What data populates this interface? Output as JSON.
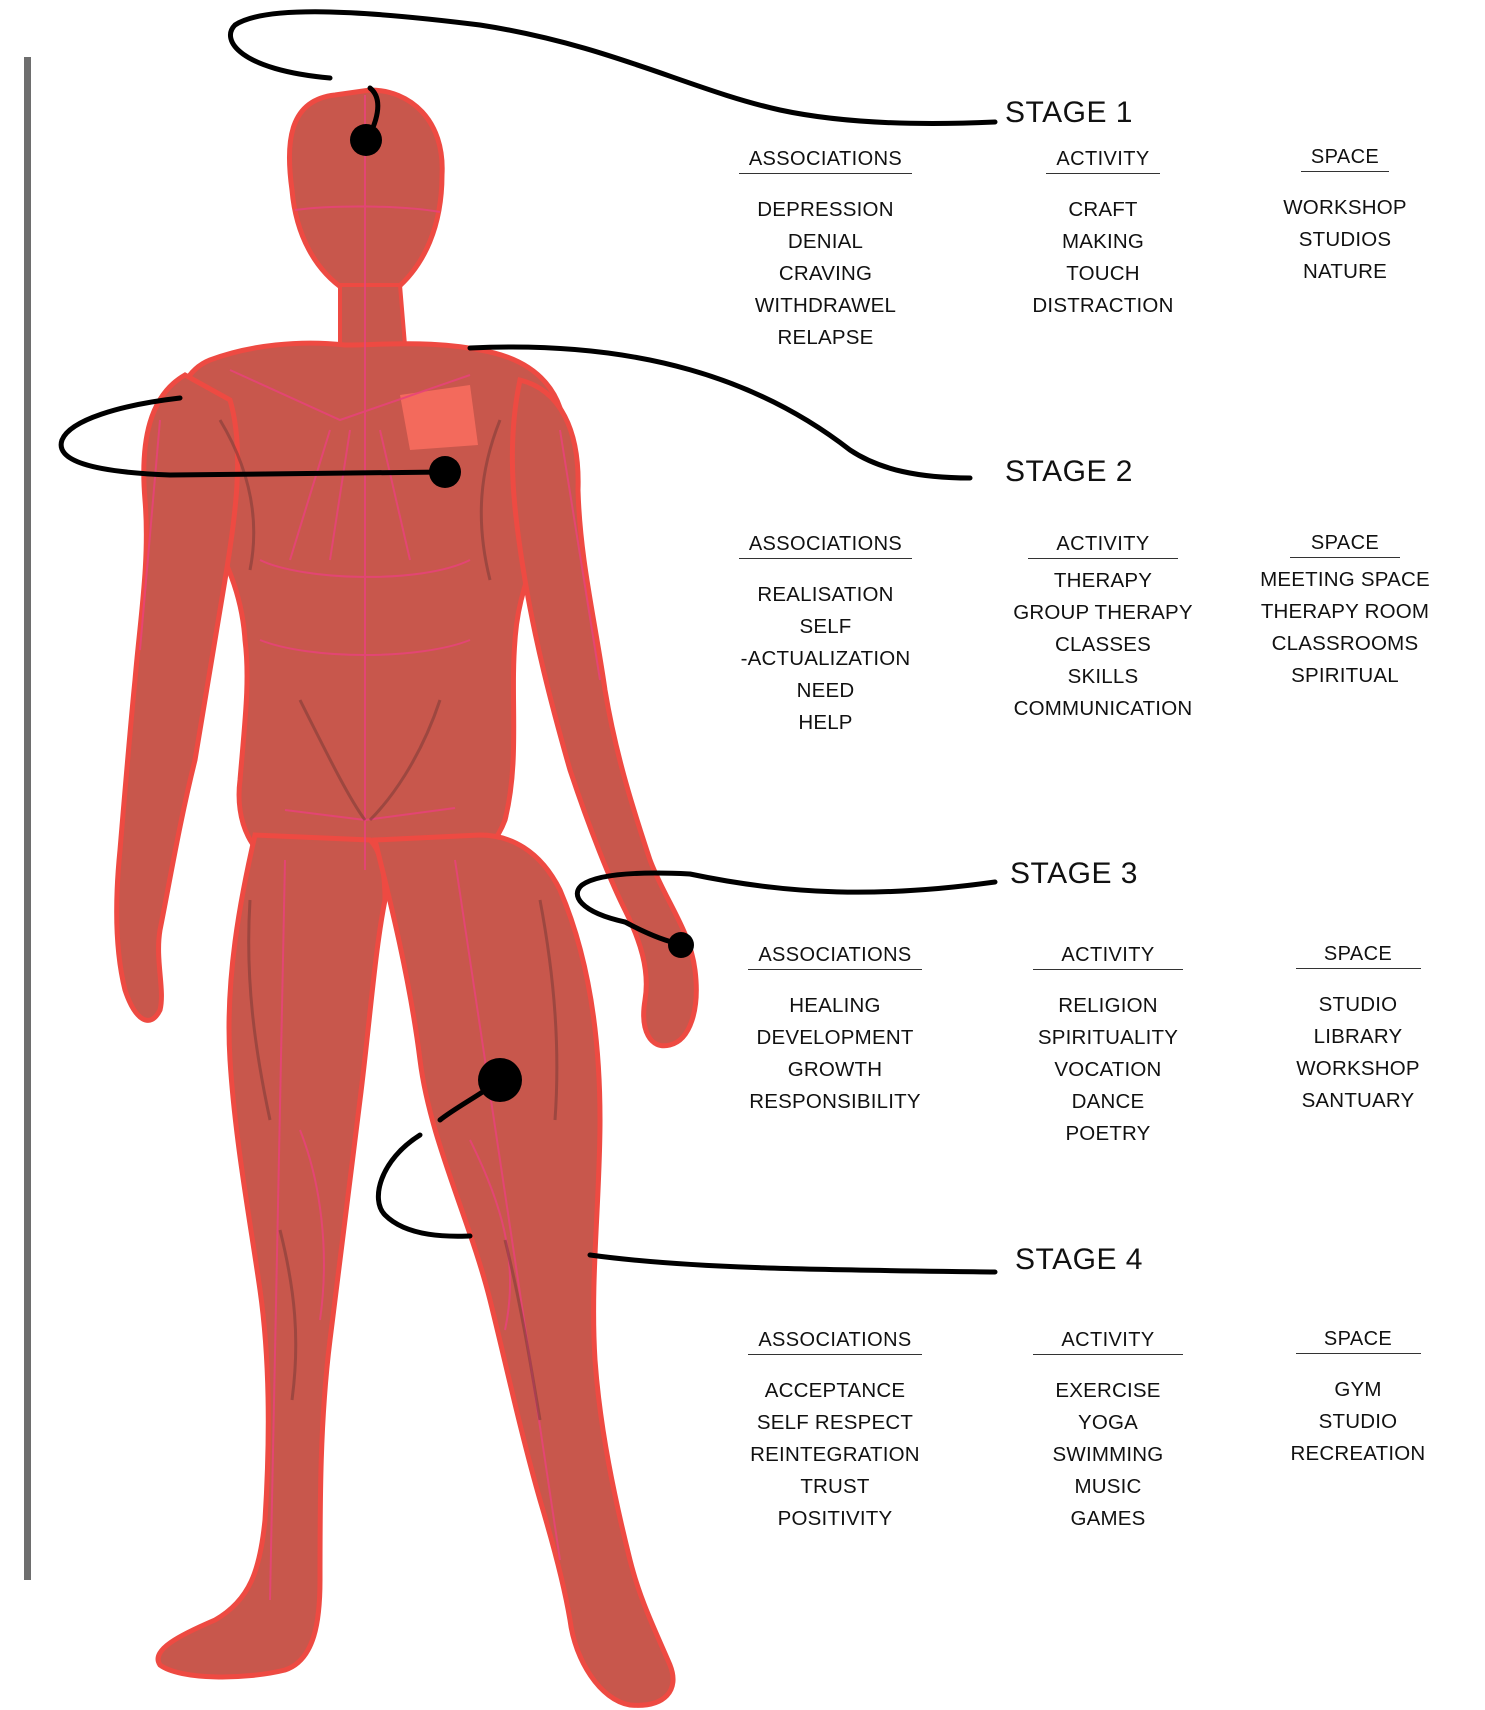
{
  "stages": [
    {
      "title": "STAGE 1",
      "columns": [
        {
          "heading": "ASSOCIATIONS",
          "items": [
            "DEPRESSION",
            "DENIAL",
            "CRAVING",
            "WITHDRAWEL",
            "RELAPSE"
          ]
        },
        {
          "heading": "ACTIVITY",
          "items": [
            "CRAFT",
            "MAKING",
            "TOUCH",
            "DISTRACTION"
          ]
        },
        {
          "heading": "SPACE",
          "items": [
            "WORKSHOP",
            "STUDIOS",
            "NATURE"
          ]
        }
      ]
    },
    {
      "title": "STAGE 2",
      "columns": [
        {
          "heading": "ASSOCIATIONS",
          "items": [
            "REALISATION",
            "SELF",
            "-ACTUALIZATION",
            "NEED",
            "HELP"
          ]
        },
        {
          "heading": "ACTIVITY",
          "items": [
            "THERAPY",
            "GROUP THERAPY",
            "CLASSES",
            "SKILLS",
            "COMMUNICATION"
          ]
        },
        {
          "heading": "SPACE",
          "items": [
            "MEETING SPACE",
            "THERAPY ROOM",
            "CLASSROOMS",
            "SPIRITUAL"
          ]
        }
      ]
    },
    {
      "title": "STAGE 3",
      "columns": [
        {
          "heading": "ASSOCIATIONS",
          "items": [
            "HEALING",
            "DEVELOPMENT",
            "GROWTH",
            "RESPONSIBILITY"
          ]
        },
        {
          "heading": "ACTIVITY",
          "items": [
            "RELIGION",
            "SPIRITUALITY",
            "VOCATION",
            "DANCE",
            "POETRY"
          ]
        },
        {
          "heading": "SPACE",
          "items": [
            "STUDIO",
            "LIBRARY",
            "WORKSHOP",
            "SANTUARY"
          ]
        }
      ]
    },
    {
      "title": "STAGE 4",
      "columns": [
        {
          "heading": "ASSOCIATIONS",
          "items": [
            "ACCEPTANCE",
            "SELF RESPECT",
            "REINTEGRATION",
            "TRUST",
            "POSITIVITY"
          ]
        },
        {
          "heading": "ACTIVITY",
          "items": [
            "EXERCISE",
            "YOGA",
            "SWIMMING",
            "MUSIC",
            "GAMES"
          ]
        },
        {
          "heading": "SPACE",
          "items": [
            "GYM",
            "STUDIO",
            "RECREATION"
          ]
        }
      ]
    }
  ],
  "colors": {
    "body_fill": "#c8574c",
    "body_outline": "#ee4a42",
    "muscle_lines": "#e8437a",
    "shading": "#7a3a36",
    "connector": "#000000",
    "chest_patch": "#f36a5c",
    "side_bar": "#6e6e6e"
  }
}
